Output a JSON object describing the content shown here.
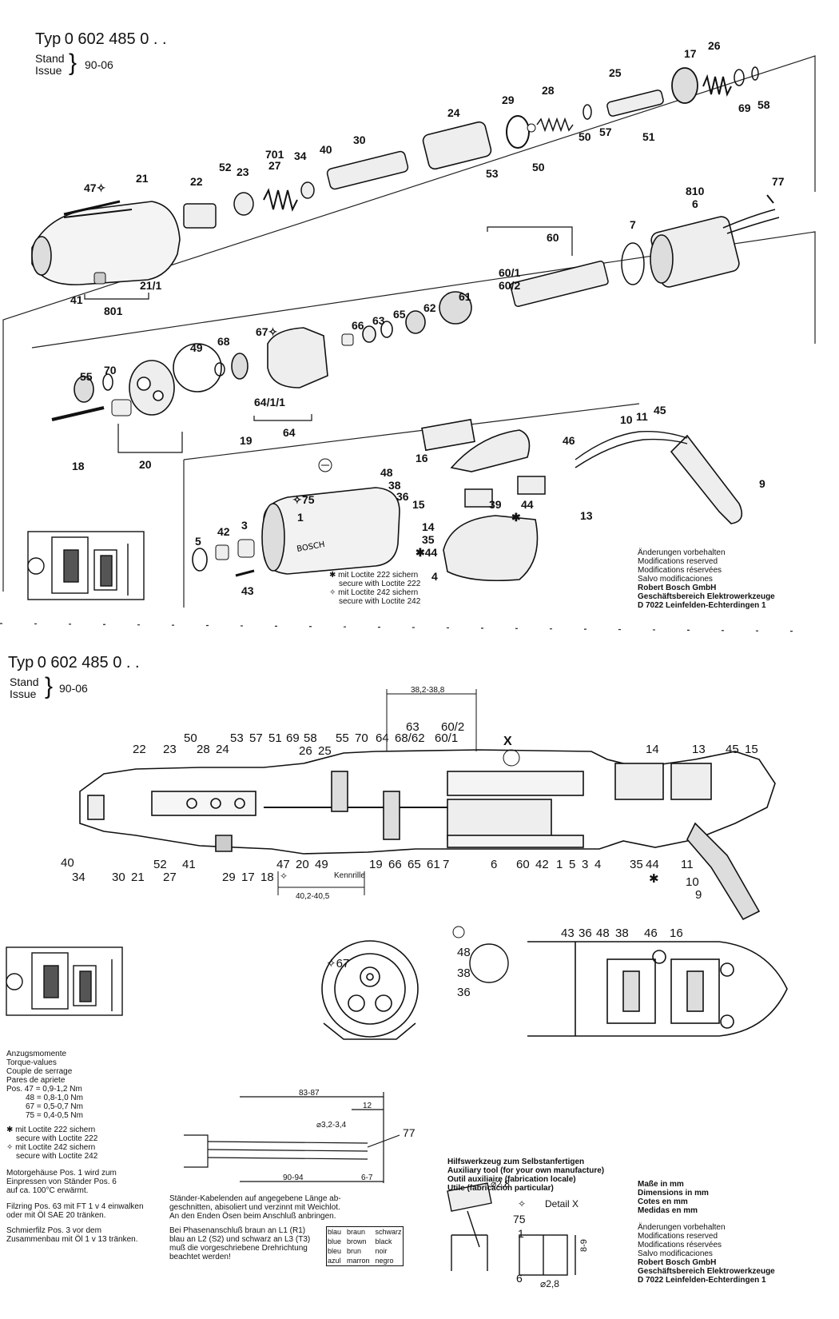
{
  "sheet1": {
    "typ_label": "Typ",
    "typ_number": "0 602 485 0 . .",
    "stand": "Stand",
    "issue": "Issue",
    "brace": "}",
    "version": "90-06",
    "part_labels": [
      "47✧",
      "21",
      "22",
      "52",
      "23",
      "701",
      "27",
      "34",
      "40",
      "30",
      "24",
      "29",
      "28",
      "25",
      "17",
      "26",
      "69",
      "58",
      "53",
      "50",
      "50",
      "57",
      "51",
      "21/1",
      "41",
      "801",
      "810",
      "6",
      "77",
      "7",
      "60",
      "60/1",
      "60/2",
      "61",
      "62",
      "65",
      "63",
      "66",
      "67✧",
      "49",
      "68",
      "55",
      "70",
      "18",
      "20",
      "64/1/1",
      "64",
      "19",
      "10",
      "11",
      "45",
      "46",
      "16",
      "9",
      "48",
      "38",
      "36",
      "15",
      "39",
      "13",
      "✱",
      "44",
      "14",
      "35",
      "✱44",
      "4",
      "75",
      "✧",
      "1",
      "42",
      "3",
      "5",
      "43"
    ],
    "loctite_notes": [
      "✱ mit Loctite 222 sichern",
      "secure with Loctite 222",
      "✧ mit Loctite 242 sichern",
      "secure with Loctite 242"
    ],
    "mods": [
      "Änderungen vorbehalten",
      "Modifications reserved",
      "Modifications réservées",
      "Salvo modificaciones"
    ],
    "company": [
      "Robert Bosch GmbH",
      "Geschäftsbereich Elektrowerkzeuge",
      "D 7022 Leinfelden-Echterdingen 1"
    ],
    "housing_brand": "BOSCH"
  },
  "sheet2": {
    "typ_label": "Typ",
    "typ_number": "0 602 485 0 . .",
    "stand": "Stand",
    "issue": "Issue",
    "brace": "}",
    "version": "90-06",
    "dim_top": "38,2-38,8",
    "dim_bottom": "40,2-40,5",
    "kennrille": "Kennrille",
    "x_marker": "X",
    "top_labels": [
      "22",
      "23",
      "50",
      "28",
      "24",
      "53",
      "57",
      "51",
      "69",
      "58",
      "26",
      "25",
      "55",
      "70",
      "64",
      "63",
      "68/62",
      "60/2",
      "60/1",
      "14",
      "13",
      "45",
      "15"
    ],
    "bottom_labels": [
      "40",
      "34",
      "30",
      "21",
      "52",
      "27",
      "41",
      "29",
      "17",
      "18",
      "47",
      "✧",
      "20",
      "49",
      "19",
      "66",
      "65",
      "61",
      "7",
      "6",
      "60",
      "42",
      "1",
      "5",
      "3",
      "4",
      "35",
      "44",
      "✱",
      "11",
      "10",
      "9"
    ],
    "detail_labels": [
      "✧67",
      "48",
      "38",
      "36",
      "43",
      "36",
      "48",
      "38",
      "46",
      "16"
    ],
    "torque": [
      "Anzugsmomente",
      "Torque-values",
      "Couple de serrage",
      "Pares de apriete",
      "Pos. 47 = 0,9-1,2 Nm",
      "48 = 0,8-1,0 Nm",
      "67 = 0,5-0,7 Nm",
      "75 = 0,4-0,5 Nm"
    ],
    "loctite": [
      "✱ mit Loctite 222 sichern",
      "secure with Loctite 222",
      "✧ mit Loctite 242 sichern",
      "secure with Loctite 242"
    ],
    "motor_note": [
      "Motorgehäuse Pos. 1 wird zum",
      "Einpressen von Ständer Pos. 6",
      "auf ca. 100°C erwärmt."
    ],
    "felt_note": [
      "Filzring Pos. 63 mit FT 1 v 4 einwalken",
      "oder mit Öl SAE 20 tränken."
    ],
    "felt_note2": [
      "Schmierfilz Pos. 3 vor dem",
      "Zusammenbau mit Öl 1 v 13 tränken."
    ],
    "cable_dims": {
      "d1": "83-87",
      "d2": "12",
      "d3": "⌀3,2-3,4",
      "d4": "90-94",
      "d5": "6-7",
      "label": "77"
    },
    "cable_note": [
      "Ständer-Kabelenden auf angegebene Länge ab-",
      "geschnitten, abisoliert und verzinnt mit Weichlot.",
      "An den Enden Ösen beim Anschluß anbringen."
    ],
    "phase_note": [
      "Bei Phasenanschluß braun an L1 (R1)",
      "blau an L2 (S2) und schwarz an L3 (T3)",
      "muß die vorgeschriebene Drehrichtung",
      "beachtet werden!"
    ],
    "color_table": [
      [
        "blau",
        "braun",
        "schwarz"
      ],
      [
        "blue",
        "brown",
        "black"
      ],
      [
        "bleu",
        "brun",
        "noir"
      ],
      [
        "azul",
        "marron",
        "negro"
      ]
    ],
    "aux_tool": [
      "Hilfswerkzeug zum Selbstanfertigen",
      "Auxiliary tool (for your own manufacture)",
      "Outil auxiliaire (fabrication locale)",
      "Utile (fabricación particular)"
    ],
    "aux_dims": {
      "d1": "⌀2,8",
      "d2": "⌀2,8",
      "detail": "Detail X",
      "p75": "75",
      "p1": "1",
      "p6": "6",
      "h": "8-9",
      "star": "✧"
    },
    "units": [
      "Maße in mm",
      "Dimensions in mm",
      "Cotes en mm",
      "Medidas en mm"
    ],
    "mods": [
      "Änderungen vorbehalten",
      "Modifications reserved",
      "Modifications réservées",
      "Salvo modificaciones"
    ],
    "company": [
      "Robert Bosch GmbH",
      "Geschäftsbereich Elektrowerkzeuge",
      "D 7022 Leinfelden-Echterdingen 1"
    ]
  }
}
